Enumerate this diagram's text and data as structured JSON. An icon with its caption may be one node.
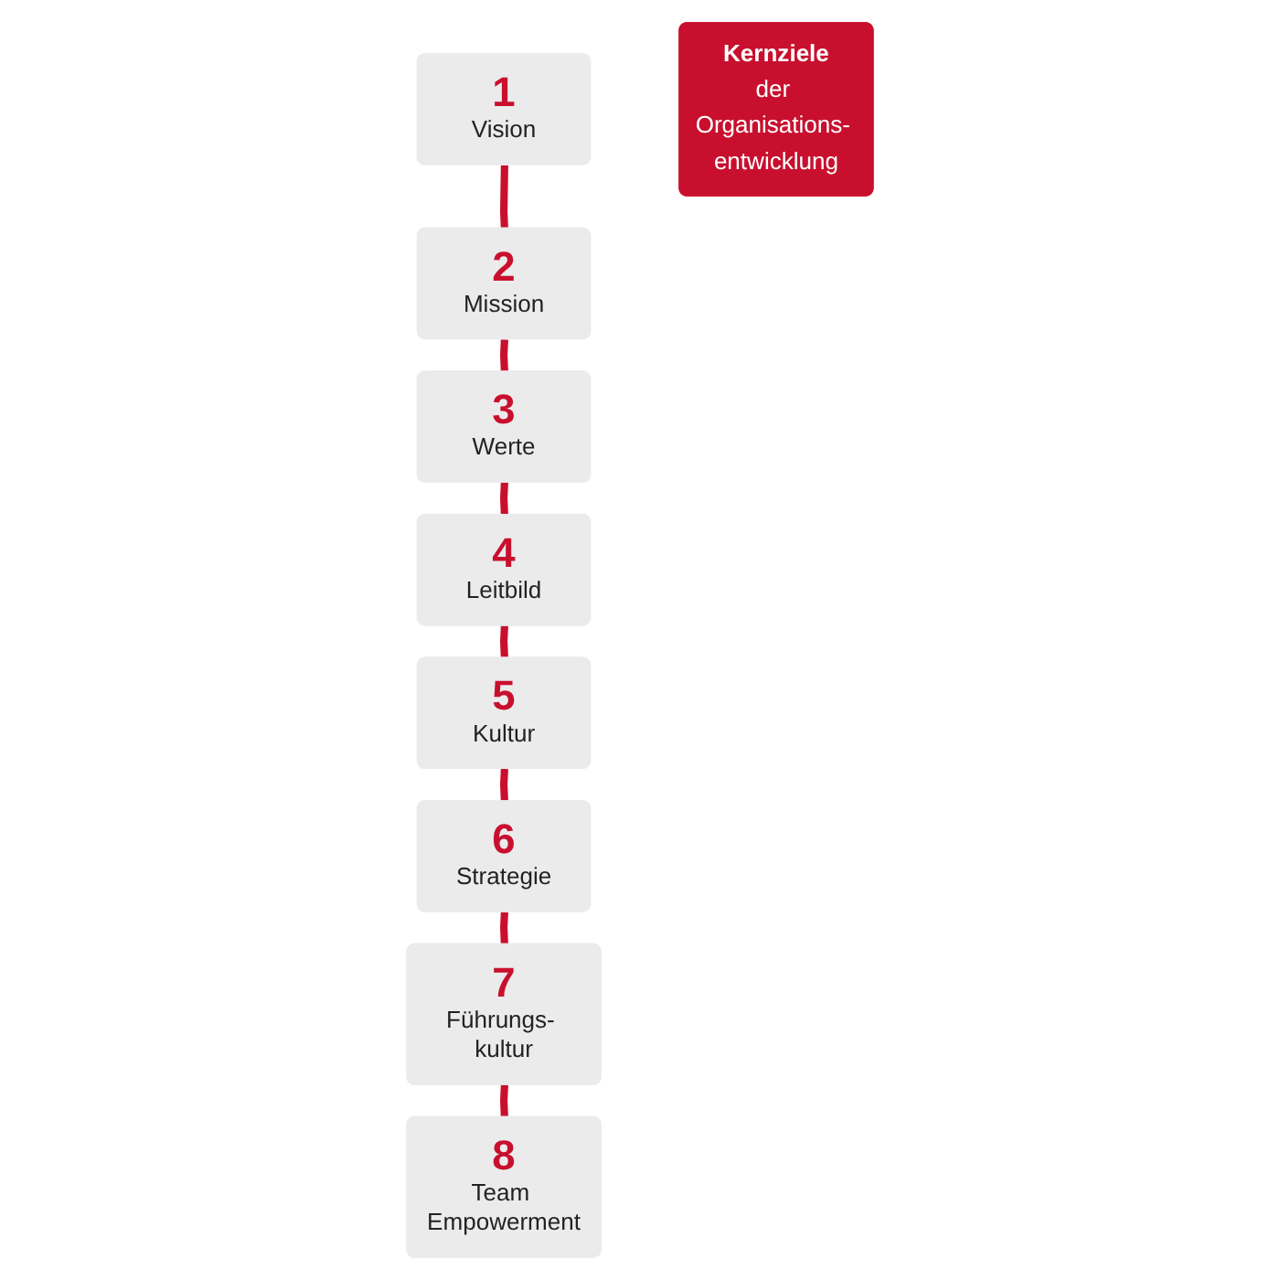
{
  "diagram": {
    "nodes": [
      {
        "text": [
          "1",
          "Vision"
        ]
      },
      {
        "text": [
          "2",
          "Mission"
        ]
      },
      {
        "text": [
          "3",
          "Werte"
        ]
      },
      {
        "text": [
          "4",
          "Leitbild"
        ]
      },
      {
        "text": [
          "5",
          "Kultur"
        ]
      },
      {
        "text": [
          "6",
          "Strategie"
        ]
      },
      {
        "text": [
          "7",
          "Führungs- kultur"
        ]
      },
      {
        "text": [
          "8",
          "Team Empowerment"
        ]
      },
      {
        "text": [
          "Kernziele",
          "der Organisations- entwicklung"
        ]
      }
    ],
    "edges": [
      {
        "from": 0,
        "to": 1,
        "arrow": "none"
      },
      {
        "from": 1,
        "to": 2,
        "arrow": "none"
      },
      {
        "from": 2,
        "to": 3,
        "arrow": "none"
      },
      {
        "from": 3,
        "to": 4,
        "arrow": "none"
      },
      {
        "from": 4,
        "to": 5,
        "arrow": "none"
      },
      {
        "from": 5,
        "to": 6,
        "arrow": "none"
      },
      {
        "from": 6,
        "to": 7,
        "arrow": "none"
      }
    ]
  }
}
